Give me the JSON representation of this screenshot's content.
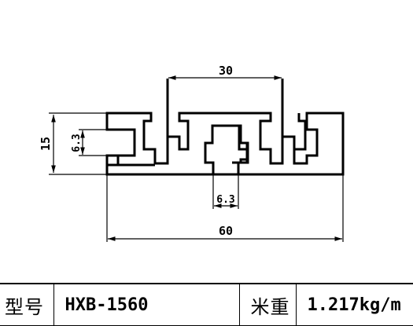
{
  "drawing": {
    "dimensions": {
      "slot_spacing": "30",
      "height": "15",
      "side_slot_width": "6.3",
      "bottom_slot_width": "6.3",
      "total_width": "60"
    }
  },
  "spec": {
    "model_label": "型号",
    "model_value": "HXB-1560",
    "weight_label": "米重",
    "weight_value": "1.217kg/m"
  }
}
